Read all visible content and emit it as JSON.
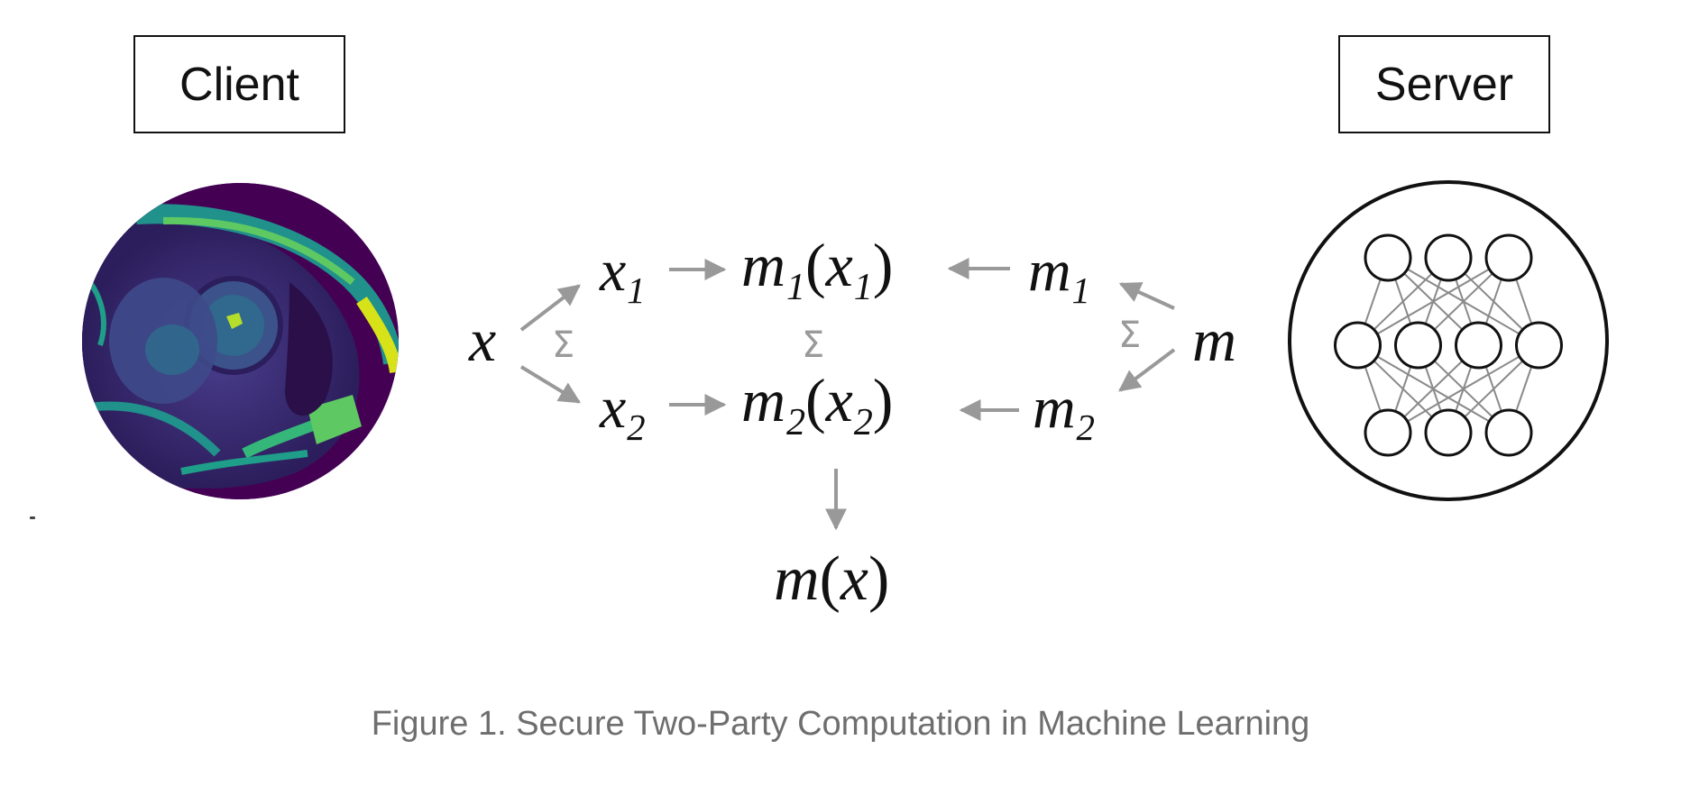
{
  "labels": {
    "client": "Client",
    "server": "Server"
  },
  "terms": {
    "x": "x",
    "x1": {
      "base": "x",
      "sub": "1"
    },
    "x2": {
      "base": "x",
      "sub": "2"
    },
    "m1x1": {
      "m": "m",
      "msub": "1",
      "open": "(",
      "x": "x",
      "xsub": "1",
      "close": ")"
    },
    "m2x2": {
      "m": "m",
      "msub": "2",
      "open": "(",
      "x": "x",
      "xsub": "2",
      "close": ")"
    },
    "m1": {
      "base": "m",
      "sub": "1"
    },
    "m2": {
      "base": "m",
      "sub": "2"
    },
    "m": "m",
    "mx": {
      "m": "m",
      "open": "(",
      "x": "x",
      "close": ")"
    }
  },
  "sigma_symbol": "Σ",
  "caption": "Figure 1. Secure Two-Party Computation in Machine Learning",
  "colors": {
    "arrow": "#999999",
    "text": "#111111",
    "caption": "#6e6e6e",
    "mri_background": "#3b0f5a",
    "mri_highlight": "#d8e219"
  },
  "icons": {
    "client_image": "cardiac-mri-scan",
    "server_icon": "neural-network-icon"
  },
  "neural_network_layers": [
    3,
    4,
    3
  ]
}
